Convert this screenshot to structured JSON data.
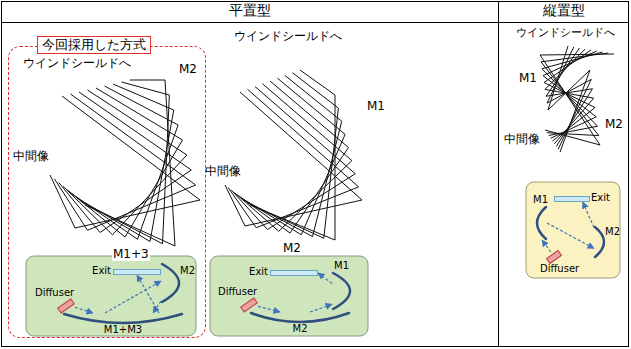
{
  "diagram": {
    "nodes": [
      {
        "text": [
          "今回採用した方式"
        ]
      },
      {
        "text": [
          "Exit"
        ],
        "in": 0
      },
      {
        "text": [
          "M2"
        ],
        "in": 0
      },
      {
        "text": [
          "Diffuser"
        ],
        "in": 0
      },
      {
        "text": [
          "M1+M3"
        ],
        "in": 0
      },
      {
        "text": [
          "Exit"
        ]
      },
      {
        "text": [
          "M1"
        ]
      },
      {
        "text": [
          "Diffuser"
        ]
      },
      {
        "text": [
          "M2"
        ]
      },
      {
        "text": [
          "Exit"
        ]
      },
      {
        "text": [
          "M1"
        ]
      },
      {
        "text": [
          "M2"
        ]
      },
      {
        "text": [
          "Diffuser"
        ]
      }
    ],
    "edges": [
      {
        "from": 3,
        "to": 4,
        "arrow": "to"
      },
      {
        "from": 4,
        "to": 2,
        "arrow": "to"
      },
      {
        "from": 2,
        "to": 4,
        "arrow": "to"
      },
      {
        "from": 4,
        "to": 1,
        "arrow": "to"
      },
      {
        "from": 7,
        "to": 8,
        "arrow": "to"
      },
      {
        "from": 8,
        "to": 6,
        "arrow": "to"
      },
      {
        "from": 6,
        "to": 5,
        "arrow": "to"
      },
      {
        "from": 12,
        "to": 10,
        "arrow": "to"
      },
      {
        "from": 10,
        "to": 11,
        "arrow": "to"
      },
      {
        "from": 11,
        "to": 9,
        "arrow": "to"
      }
    ],
    "labels": [
      "平置型",
      "縦置型",
      "ウインドシールドへ",
      "M2",
      "中間像",
      "M1+3",
      "ウインドシールドへ",
      "M1",
      "中間像",
      "M2",
      "ウインドシールドへ",
      "M1",
      "中間像",
      "M2"
    ]
  }
}
